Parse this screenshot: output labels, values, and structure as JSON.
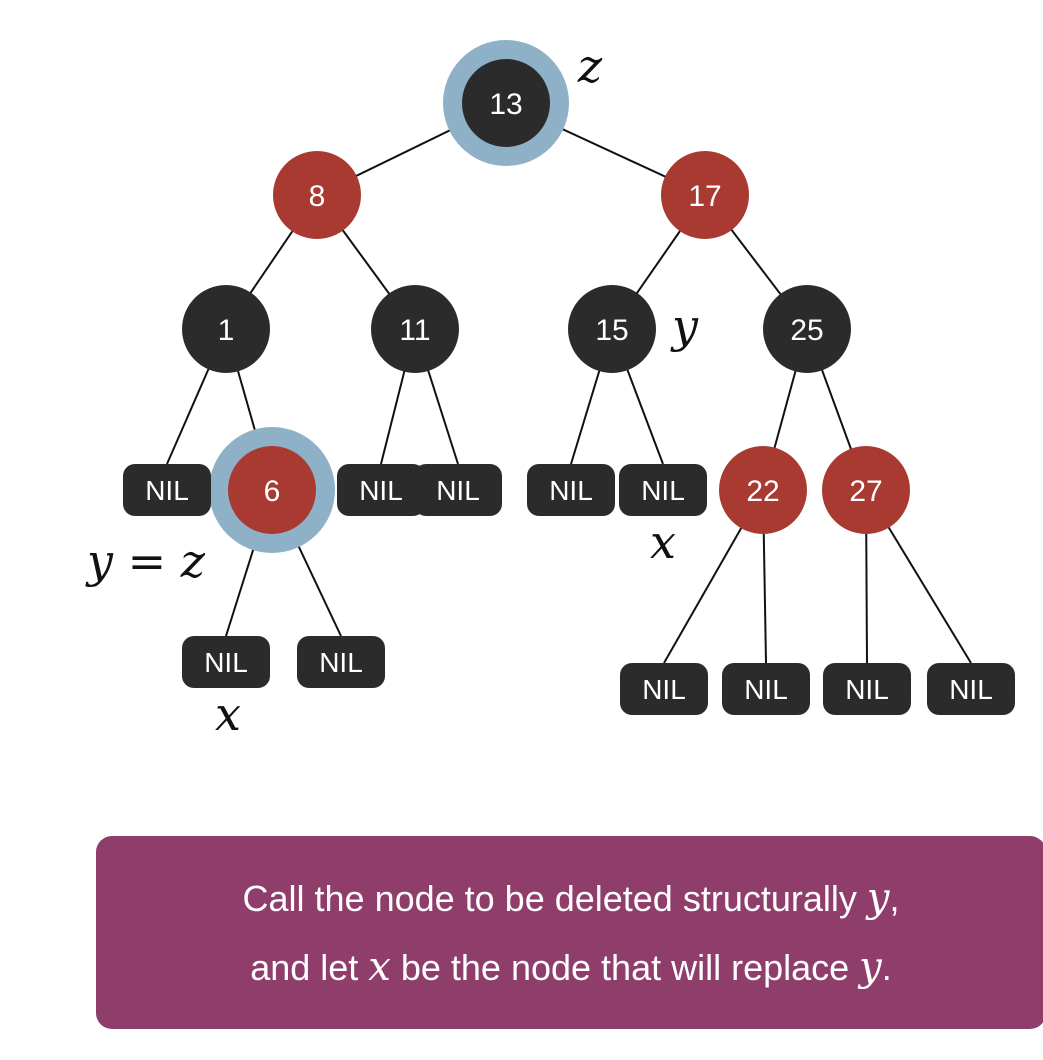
{
  "colors": {
    "black_node": "#2b2b2b",
    "red_node": "#a83a32",
    "highlight": "#8fb1c8",
    "caption_bg": "#8f3e6b"
  },
  "nodes": [
    {
      "id": "n13",
      "label": "13",
      "color": "black",
      "highlight": true
    },
    {
      "id": "n8",
      "label": "8",
      "color": "red"
    },
    {
      "id": "n17",
      "label": "17",
      "color": "red"
    },
    {
      "id": "n1",
      "label": "1",
      "color": "black"
    },
    {
      "id": "n11",
      "label": "11",
      "color": "black"
    },
    {
      "id": "n15",
      "label": "15",
      "color": "black"
    },
    {
      "id": "n25",
      "label": "25",
      "color": "black"
    },
    {
      "id": "n6",
      "label": "6",
      "color": "red",
      "highlight": true
    },
    {
      "id": "n22",
      "label": "22",
      "color": "red"
    },
    {
      "id": "n27",
      "label": "27",
      "color": "red"
    }
  ],
  "nils": [
    {
      "id": "nil1l",
      "label": "NIL"
    },
    {
      "id": "nil11l",
      "label": "NIL"
    },
    {
      "id": "nil11r",
      "label": "NIL"
    },
    {
      "id": "nil15l",
      "label": "NIL"
    },
    {
      "id": "nil15r",
      "label": "NIL"
    },
    {
      "id": "nil6l",
      "label": "NIL"
    },
    {
      "id": "nil6r",
      "label": "NIL"
    },
    {
      "id": "nil22l",
      "label": "NIL"
    },
    {
      "id": "nil22r",
      "label": "NIL"
    },
    {
      "id": "nil27l",
      "label": "NIL"
    },
    {
      "id": "nil27r",
      "label": "NIL"
    }
  ],
  "edges": [
    [
      "n13",
      "n8"
    ],
    [
      "n13",
      "n17"
    ],
    [
      "n8",
      "n1"
    ],
    [
      "n8",
      "n11"
    ],
    [
      "n17",
      "n15"
    ],
    [
      "n17",
      "n25"
    ],
    [
      "n1",
      "nil1l"
    ],
    [
      "n1",
      "n6"
    ],
    [
      "n11",
      "nil11l"
    ],
    [
      "n11",
      "nil11r"
    ],
    [
      "n15",
      "nil15l"
    ],
    [
      "n15",
      "nil15r"
    ],
    [
      "n25",
      "n22"
    ],
    [
      "n25",
      "n27"
    ],
    [
      "n6",
      "nil6l"
    ],
    [
      "n6",
      "nil6r"
    ],
    [
      "n22",
      "nil22l"
    ],
    [
      "n22",
      "nil22r"
    ],
    [
      "n27",
      "nil27l"
    ],
    [
      "n27",
      "nil27r"
    ]
  ],
  "annotations": [
    {
      "id": "ann-z-root",
      "text": "z"
    },
    {
      "id": "ann-y-15",
      "text": "y"
    },
    {
      "id": "ann-yz",
      "text": "y = z"
    },
    {
      "id": "ann-x-15",
      "text": "x"
    },
    {
      "id": "ann-x-6",
      "text": "x"
    }
  ],
  "caption": {
    "line1_text": "Call the node to be deleted structurally ",
    "line1_var": "y",
    "line1_end": ",",
    "line2_a": "and let ",
    "line2_var_x": "x",
    "line2_b": " be the node that will replace ",
    "line2_var_y": "y",
    "line2_end": "."
  }
}
